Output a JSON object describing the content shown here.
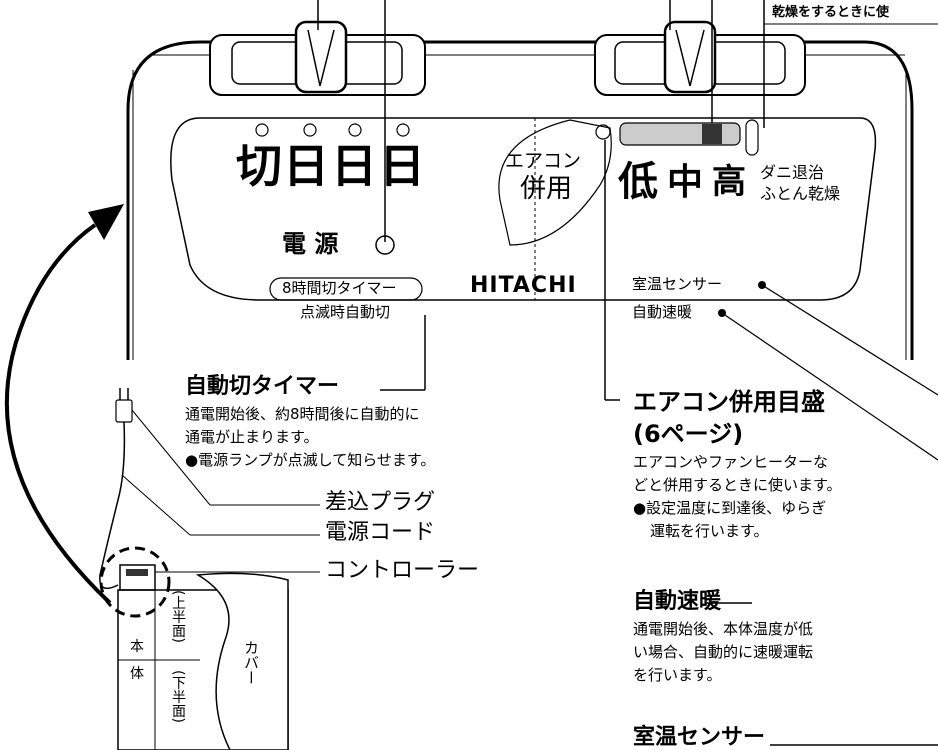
{
  "top_note": "乾燥をするときに使",
  "panel": {
    "switch_labels": [
      "切",
      "日",
      "日",
      "日"
    ],
    "power_label": "電 源",
    "timer_label": "8時間切タイマー",
    "blink_label": "点滅時自動切",
    "brand": "HITACHI",
    "aircon_label_1": "エアコン",
    "aircon_label_2": "併用",
    "levels": [
      "低",
      "中",
      "高"
    ],
    "dani_1": "ダニ退治",
    "dani_2": "ふとん乾燥",
    "room_sensor": "室温センサー",
    "auto_quick": "自動速暖"
  },
  "callouts": {
    "auto_timer": {
      "title": "自動切タイマー",
      "lines": [
        "通電開始後、約8時間後に自動的に",
        "通電が止まります。",
        "●電源ランプが点滅して知らせます。"
      ]
    },
    "plug": "差込プラグ",
    "cord": "電源コード",
    "controller": "コントローラー",
    "aircon_scale": {
      "title_1": "エアコン併用目盛",
      "title_2": "(6ページ)",
      "lines": [
        "エアコンやファンヒーターな",
        "どと併用するときに使います。",
        "●設定温度に到達後、ゆらぎ",
        "運転を行います。"
      ]
    },
    "auto_quick": {
      "title": "自動速暖",
      "lines": [
        "通電開始後、本体温度が低",
        "い場合、自動的に速暖運転",
        "を行います。"
      ]
    },
    "room_sensor": {
      "title": "室温センサー"
    }
  },
  "bottom_device": {
    "hontai_1": "本",
    "hontai_2": "体",
    "upper_face": "(上半面)",
    "lower_face": "(下半面)",
    "cover": "カバー"
  }
}
